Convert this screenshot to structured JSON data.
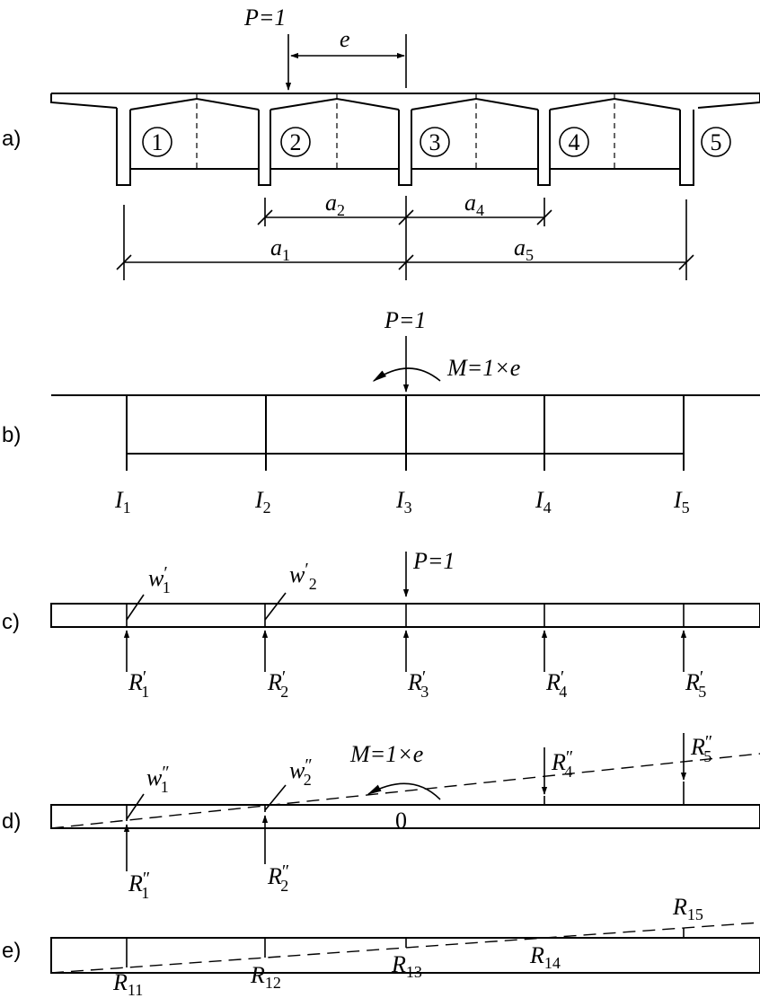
{
  "panels": {
    "a": {
      "tag": "a)",
      "load": "P=1",
      "ecc": "e",
      "girders": [
        "1",
        "2",
        "3",
        "4",
        "5"
      ],
      "dims": [
        {
          "var": "a",
          "sub": "2"
        },
        {
          "var": "a",
          "sub": "4"
        },
        {
          "var": "a",
          "sub": "1"
        },
        {
          "var": "a",
          "sub": "5"
        }
      ]
    },
    "b": {
      "tag": "b)",
      "load": "P=1",
      "moment": "M=1×e",
      "inertia": [
        {
          "var": "I",
          "sub": "1"
        },
        {
          "var": "I",
          "sub": "2"
        },
        {
          "var": "I",
          "sub": "3"
        },
        {
          "var": "I",
          "sub": "4"
        },
        {
          "var": "I",
          "sub": "5"
        }
      ]
    },
    "c": {
      "tag": "c)",
      "load": "P=1",
      "defl": [
        {
          "var": "w",
          "prime": "′",
          "sub": "1"
        },
        {
          "var": "w",
          "prime": "′",
          "sub": "2"
        }
      ],
      "reactions": [
        {
          "var": "R",
          "prime": "′",
          "sub": "1"
        },
        {
          "var": "R",
          "prime": "′",
          "sub": "2"
        },
        {
          "var": "R",
          "prime": "′",
          "sub": "3"
        },
        {
          "var": "R",
          "prime": "′",
          "sub": "4"
        },
        {
          "var": "R",
          "prime": "′",
          "sub": "5"
        }
      ]
    },
    "d": {
      "tag": "d)",
      "moment": "M=1×e",
      "zero": "0",
      "defl": [
        {
          "var": "w",
          "prime": "″",
          "sub": "1"
        },
        {
          "var": "w",
          "prime": "″",
          "sub": "2"
        }
      ],
      "reactions": [
        {
          "var": "R",
          "prime": "″",
          "sub": "1"
        },
        {
          "var": "R",
          "prime": "″",
          "sub": "2"
        },
        {
          "var": "R",
          "prime": "″",
          "sub": "4"
        },
        {
          "var": "R",
          "prime": "″",
          "sub": "5"
        }
      ]
    },
    "e": {
      "tag": "e)",
      "reactions": [
        {
          "var": "R",
          "sub": "11"
        },
        {
          "var": "R",
          "sub": "12"
        },
        {
          "var": "R",
          "sub": "13"
        },
        {
          "var": "R",
          "sub": "14"
        },
        {
          "var": "R",
          "sub": "15"
        }
      ]
    }
  }
}
